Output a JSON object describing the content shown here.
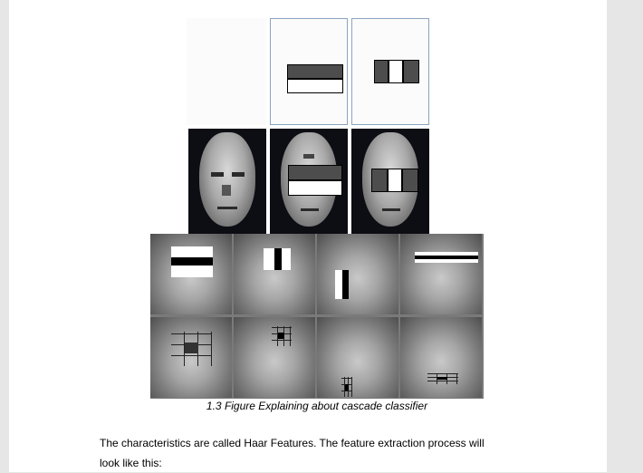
{
  "figure": {
    "caption": "1.3 Figure Explaining about cascade classifier"
  },
  "paragraph": {
    "line1": "The characteristics are called Haar Features. The feature extraction process will",
    "line2": "look like this:"
  }
}
